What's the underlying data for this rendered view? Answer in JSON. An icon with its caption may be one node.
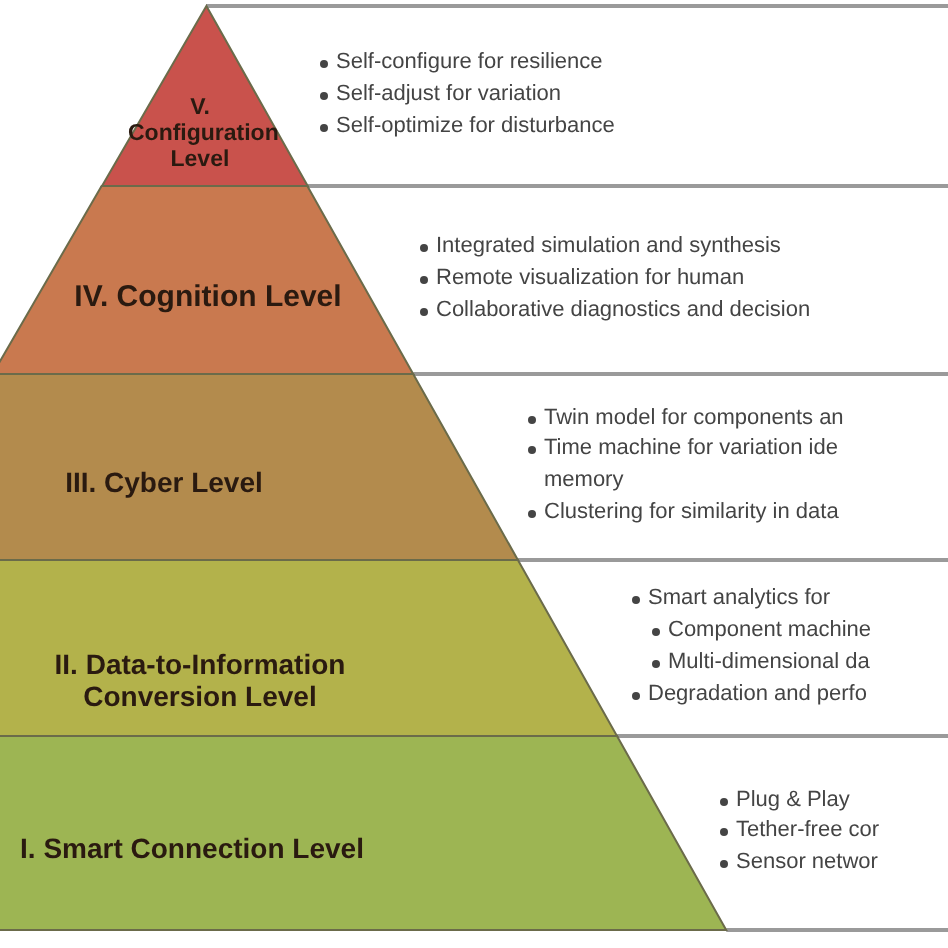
{
  "diagram": {
    "nodes": [
      {
        "text": [
          "V. Configuration Level"
        ],
        "beside": [
          "Self-configure for resilience",
          "Self-adjust for variation",
          "Self-optimize for disturbance"
        ]
      },
      {
        "text": [
          "IV. Cognition Level"
        ],
        "beside": [
          "Integrated simulation and synthesis",
          "Remote visualization for human",
          "Collaborative diagnostics and decision"
        ]
      },
      {
        "text": [
          "III. Cyber Level"
        ],
        "beside": [
          "Twin model for components an",
          "Time machine for variation ide memory",
          "Clustering for similarity in data"
        ]
      },
      {
        "text": [
          "II. Data-to-Information Conversion Level"
        ],
        "beside": [
          "Smart analytics for",
          "Component machine",
          "Multi-dimensional da",
          "Degradation and perfo"
        ]
      },
      {
        "text": [
          "I. Smart Connection Level"
        ],
        "beside": [
          "Plug & Play",
          "Tether-free cor",
          "Sensor networ"
        ]
      }
    ],
    "edges": []
  }
}
